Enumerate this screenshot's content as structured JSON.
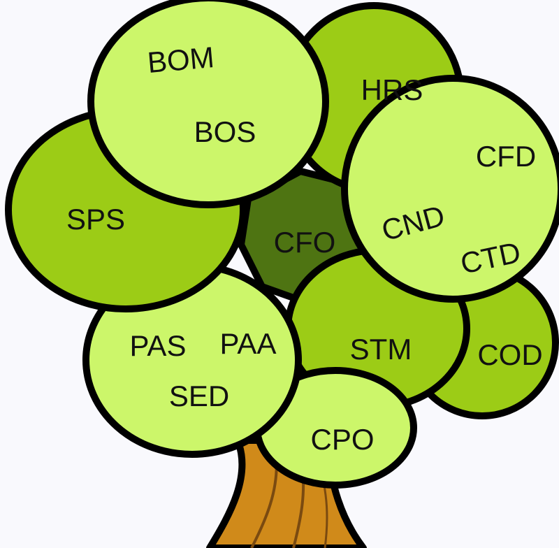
{
  "colors": {
    "background": "#f9f9fd",
    "outline": "#000000",
    "trunk": "#d08a1a",
    "trunk_dark": "#7a4a10",
    "leaf_light": "#ccf66a",
    "leaf_mid": "#9ccc16",
    "leaf_dark": "#4e7412"
  },
  "nodes": {
    "bom": "BOM",
    "bos": "BOS",
    "hrs": "HRS",
    "cfd": "CFD",
    "sps": "SPS",
    "cfo": "CFO",
    "cnd": "CND",
    "ctd": "CTD",
    "pas": "PAS",
    "paa": "PAA",
    "sed": "SED",
    "stm": "STM",
    "cod": "COD",
    "cpo": "CPO"
  }
}
